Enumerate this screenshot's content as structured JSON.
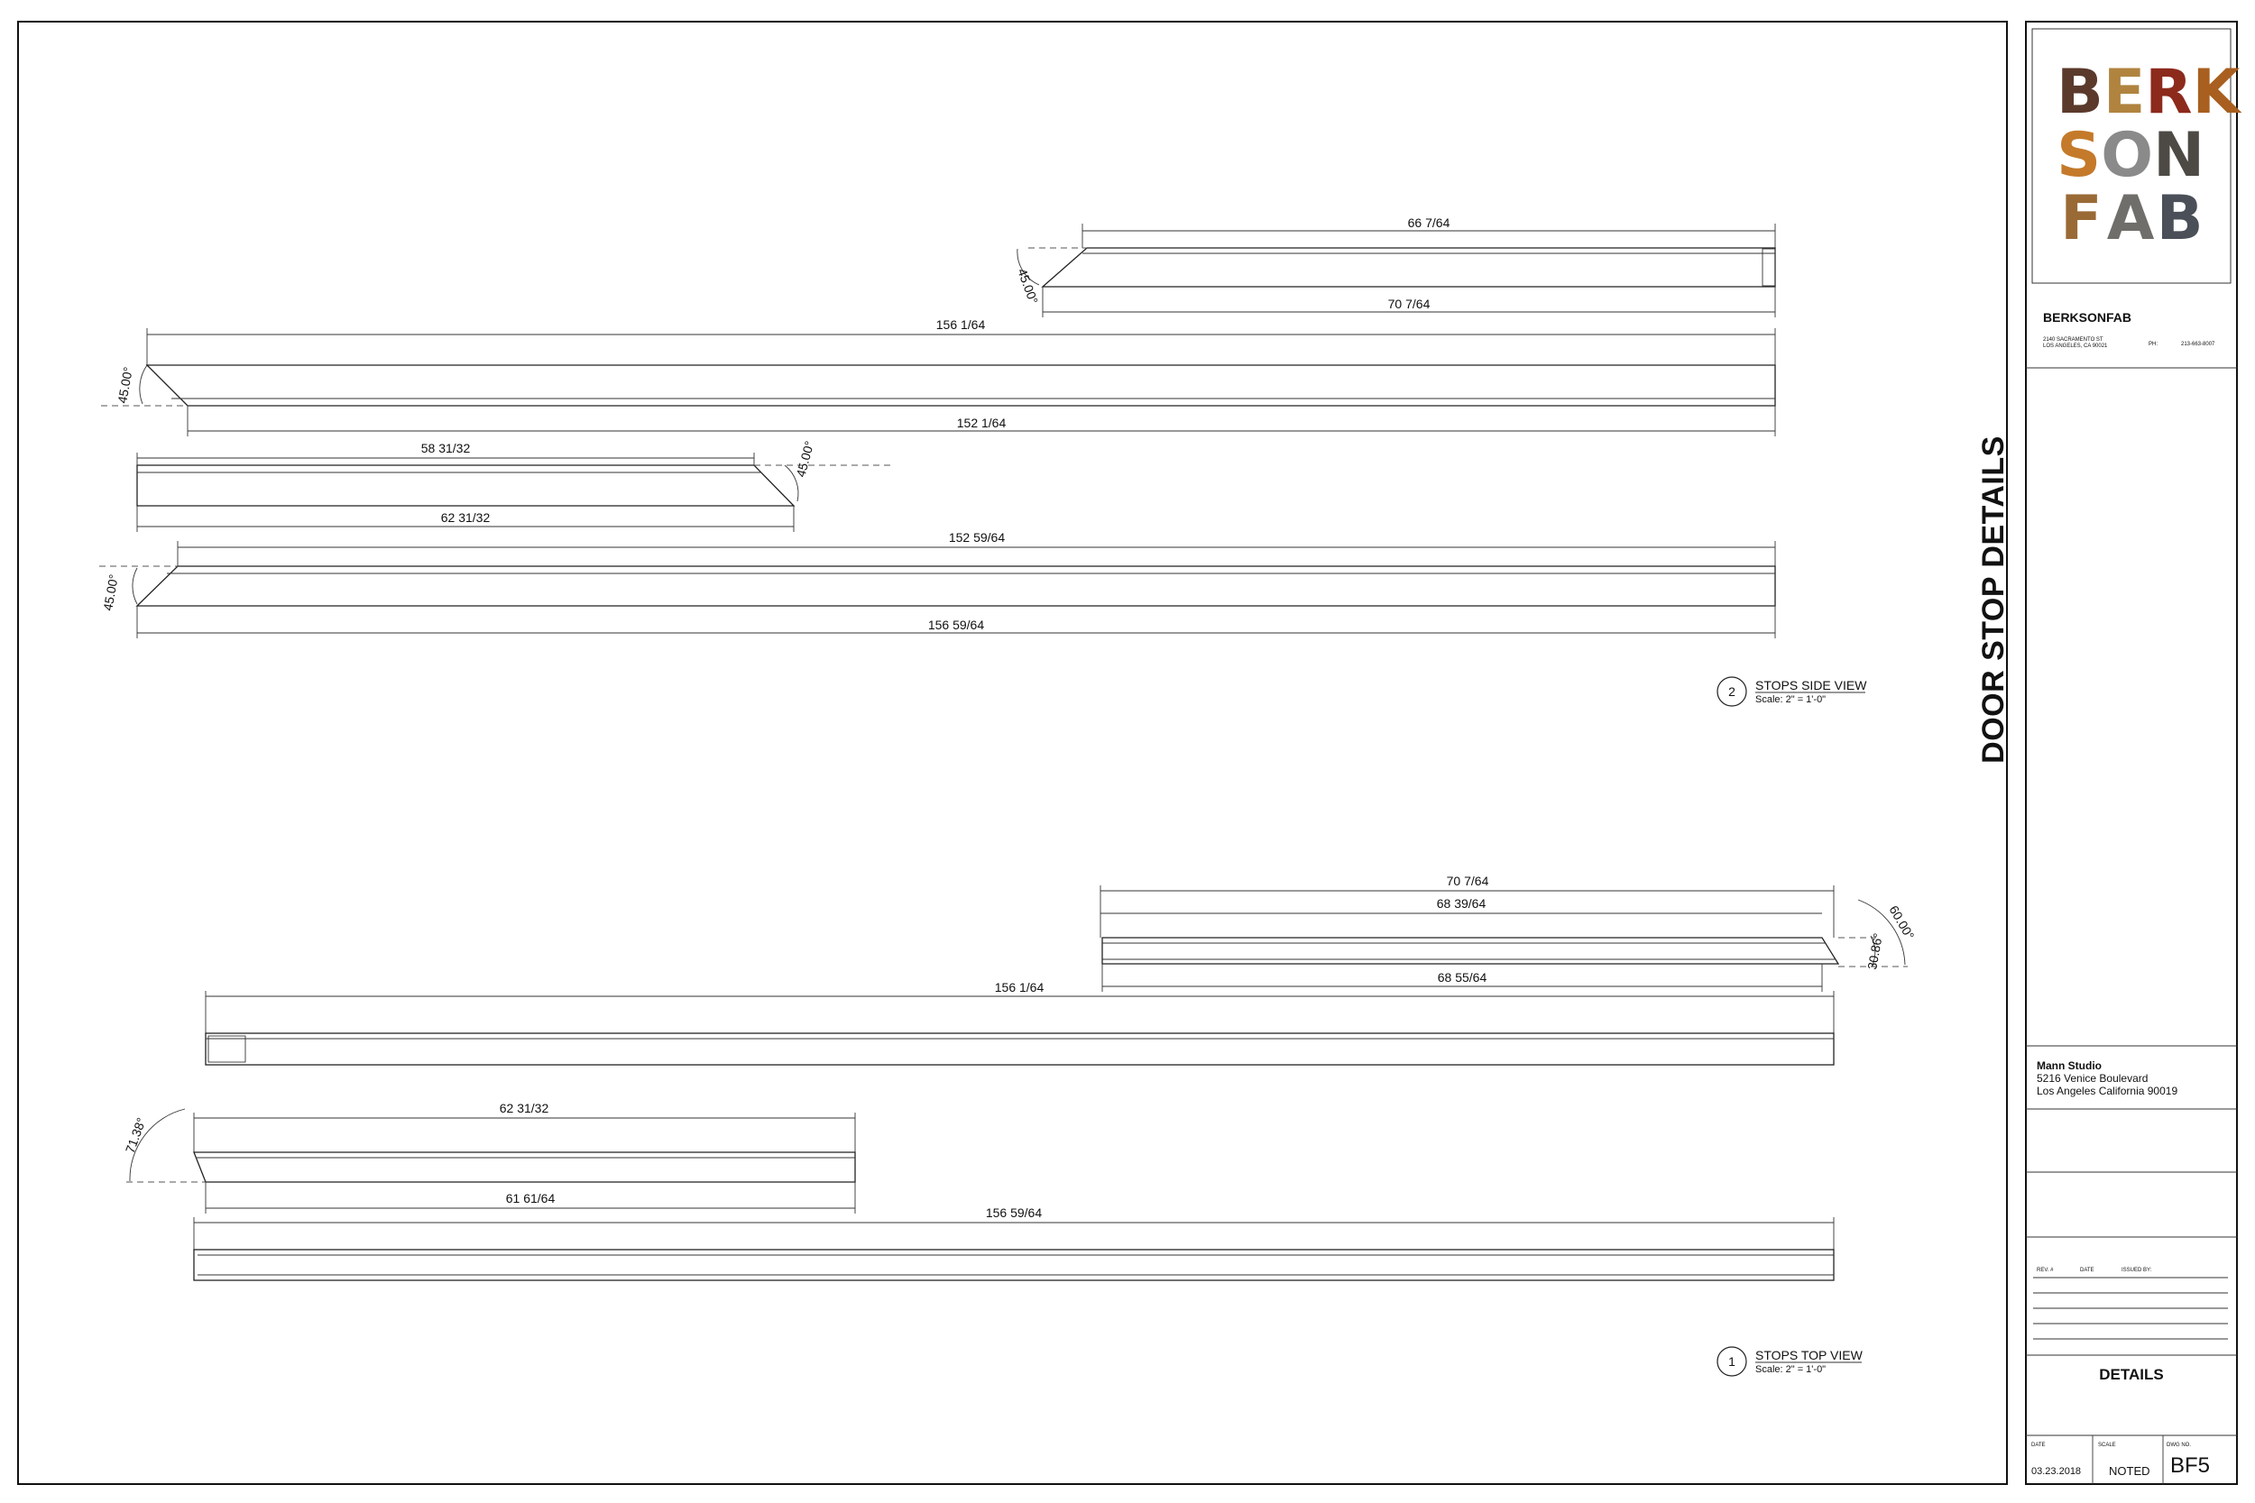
{
  "logo": {
    "rows": [
      [
        {
          "ch": "B",
          "color": "#5b3a2c"
        },
        {
          "ch": "E",
          "color": "#b0843f"
        },
        {
          "ch": "R",
          "color": "#8c2a1c"
        },
        {
          "ch": "K",
          "color": "#a85f1f"
        }
      ],
      [
        {
          "ch": "S",
          "color": "#c47a2a"
        },
        {
          "ch": "O",
          "color": "#8a8a8a"
        },
        {
          "ch": "N",
          "color": "#4d4a45"
        }
      ],
      [
        {
          "ch": "F",
          "color": "#9a6a36"
        },
        {
          "ch": "A",
          "color": "#6f6e6a"
        },
        {
          "ch": "B",
          "color": "#4a4f58"
        }
      ]
    ]
  },
  "company": {
    "name": "BERKSONFAB",
    "address_line1": "2140 SACRAMENTO ST",
    "address_line2": "LOS ANGELES, CA 90021",
    "phone_label": "PH:",
    "phone": "213-663-8007"
  },
  "sheet_title": "DOOR STOP DETAILS",
  "client": {
    "name": "Mann Studio",
    "address_line1": "5216 Venice Boulevard",
    "address_line2": "Los Angeles California 90019"
  },
  "revisions": {
    "rev_label": "REV. #",
    "date_label": "DATE",
    "issued_label": "ISSUED BY:"
  },
  "sheet_name": "DETAILS",
  "footer": {
    "date_label": "DATE",
    "date": "03.23.2018",
    "scale_label": "SCALE",
    "scale": "NOTED",
    "dwg_label": "DWG NO.",
    "dwg": "BF5"
  },
  "views": {
    "side": {
      "number": "2",
      "title": "STOPS SIDE VIEW",
      "scale": "Scale: 2\" = 1'-0\""
    },
    "top": {
      "number": "1",
      "title": "STOPS TOP VIEW",
      "scale": "Scale: 2\" = 1'-0\""
    }
  },
  "dims": {
    "s1_top": "66 7/64",
    "s1_bottom": "70 7/64",
    "s1_angle": "45.00°",
    "s2_top": "156 1/64",
    "s2_bottom": "152 1/64",
    "s2_angle": "45.00°",
    "s3_top": "58 31/32",
    "s3_bottom": "62 31/32",
    "s3_angle": "45.00°",
    "s4_top": "152 59/64",
    "s4_bottom": "156 59/64",
    "s4_angle": "45.00°",
    "t1_top": "70 7/64",
    "t1_mid": "68 39/64",
    "t1_bottom": "68 55/64",
    "t1_angle_a": "60.00°",
    "t1_angle_b": "30.86°",
    "t2_top": "156 1/64",
    "t3_top": "62 31/32",
    "t3_bottom": "61 61/64",
    "t3_angle": "71.38°",
    "t4_top": "156 59/64"
  }
}
